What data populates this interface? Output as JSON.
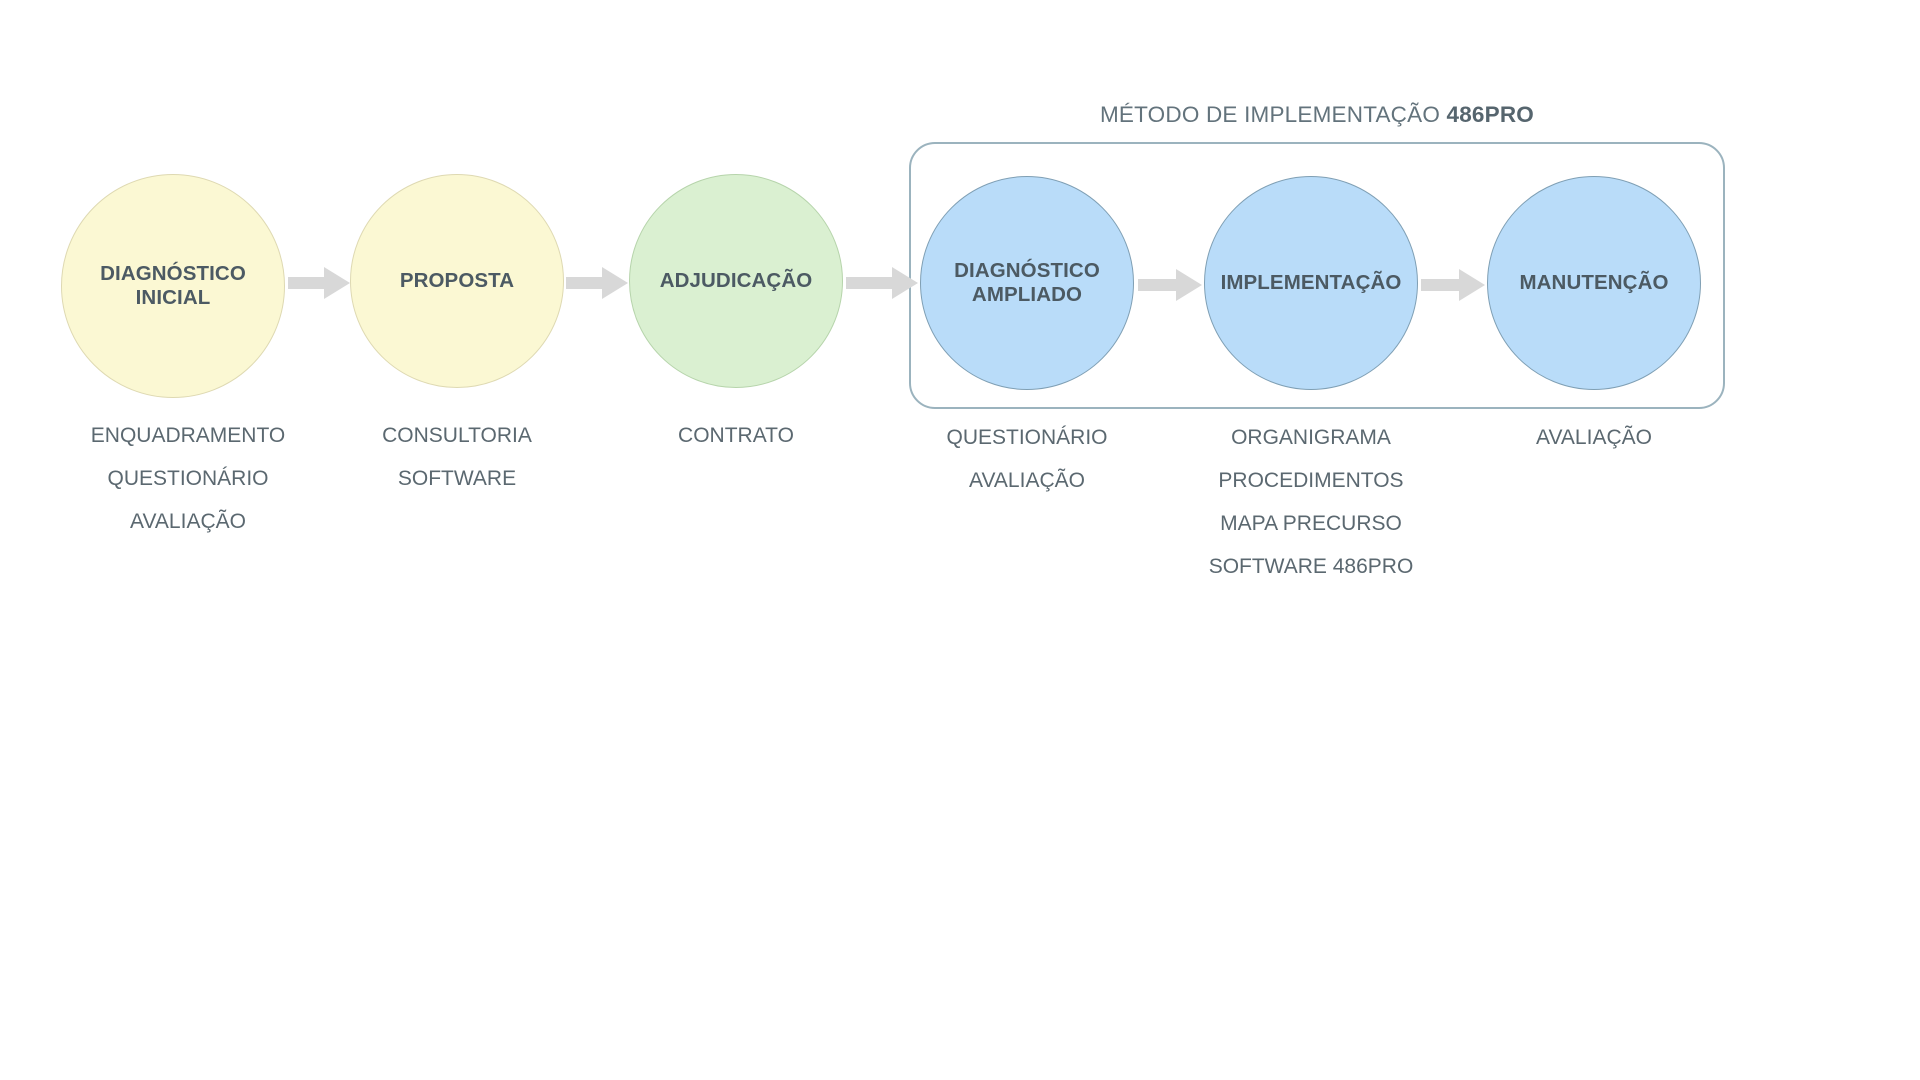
{
  "diagram": {
    "type": "process-flow",
    "title_group": {
      "prefix": "MÉTODO DE IMPLEMENTAÇÃO ",
      "emphasis": "486PRO"
    },
    "colors": {
      "yellow_fill": "#FBF8D3",
      "yellow_stroke": "#DED9B2",
      "green_fill": "#DAF0D1",
      "green_stroke": "#B6D4AB",
      "blue_fill": "#B9DCF9",
      "blue_stroke": "#7F9FB4",
      "arrow": "#D8D8D8",
      "text_dark": "#4C5A63",
      "text_muted": "#5B6870",
      "frame_stroke": "#9BB3BE"
    },
    "nodes": [
      {
        "id": "diagnostico-inicial",
        "label": "DIAGNÓSTICO\nINICIAL",
        "color": "yellow",
        "in_group": false
      },
      {
        "id": "proposta",
        "label": "PROPOSTA",
        "color": "yellow",
        "in_group": false
      },
      {
        "id": "adjudicacao",
        "label": "ADJUDICAÇÃO",
        "color": "green",
        "in_group": false
      },
      {
        "id": "diagnostico-ampliado",
        "label": "DIAGNÓSTICO\nAMPLIADO",
        "color": "blue",
        "in_group": true
      },
      {
        "id": "implementacao",
        "label": "IMPLEMENTAÇÃO",
        "color": "blue",
        "in_group": true
      },
      {
        "id": "manutencao",
        "label": "MANUTENÇÃO",
        "color": "blue",
        "in_group": true
      }
    ],
    "sublabels": [
      {
        "for": "diagnostico-inicial",
        "items": [
          "ENQUADRAMENTO",
          "QUESTIONÁRIO",
          "AVALIAÇÃO"
        ]
      },
      {
        "for": "proposta",
        "items": [
          "CONSULTORIA",
          "SOFTWARE"
        ]
      },
      {
        "for": "adjudicacao",
        "items": [
          "CONTRATO"
        ]
      },
      {
        "for": "diagnostico-ampliado",
        "items": [
          "QUESTIONÁRIO",
          "AVALIAÇÃO"
        ]
      },
      {
        "for": "implementacao",
        "items": [
          "ORGANIGRAMA",
          "PROCEDIMENTOS",
          "MAPA PRECURSO",
          "SOFTWARE 486PRO"
        ]
      },
      {
        "for": "manutencao",
        "items": [
          "AVALIAÇÃO"
        ]
      }
    ],
    "arrows": [
      {
        "from": "diagnostico-inicial",
        "to": "proposta"
      },
      {
        "from": "proposta",
        "to": "adjudicacao"
      },
      {
        "from": "adjudicacao",
        "to": "diagnostico-ampliado"
      },
      {
        "from": "diagnostico-ampliado",
        "to": "implementacao"
      },
      {
        "from": "implementacao",
        "to": "manutencao"
      }
    ]
  }
}
